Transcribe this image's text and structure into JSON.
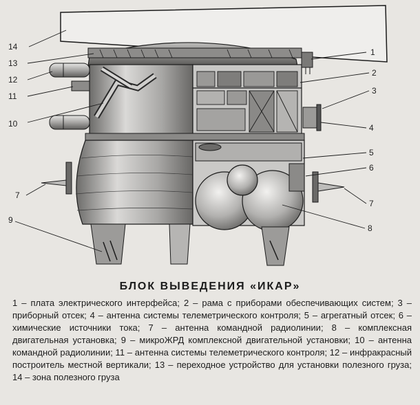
{
  "title": "БЛОК ВЫВЕДЕНИЯ «ИКАР»",
  "caption": "1 – плата электрического интерфейса; 2 – рама с приборами обеспечивающих систем; 3 – приборный отсек; 4 – антенна системы телеметрического контроля; 5 – агрегатный отсек; 6 – химические источники тока; 7 – антенна командной радиолинии; 8 – комплексная двигательная установка; 9 – микроЖРД комплексной двигательной установки; 10 – антенна командной радиолинии; 11 – антенна системы телеметрического контроля; 12 – инфракрасный построитель местной вертикали; 13 – переходное устройство для установки полезного груза; 14 – зона полезного груза",
  "callouts": {
    "n1": "1",
    "n2": "2",
    "n3": "3",
    "n4": "4",
    "n5": "5",
    "n6": "6",
    "n7l": "7",
    "n7r": "7",
    "n8": "8",
    "n9": "9",
    "n10": "10",
    "n11": "11",
    "n12": "12",
    "n13": "13",
    "n14": "14"
  },
  "colors": {
    "background": "#e8e6e2",
    "body_light": "#d9d8d6",
    "body_mid": "#a9a8a6",
    "body_dark": "#5c5b59",
    "tank": "#bdbcba",
    "line": "#1c1c1c"
  }
}
